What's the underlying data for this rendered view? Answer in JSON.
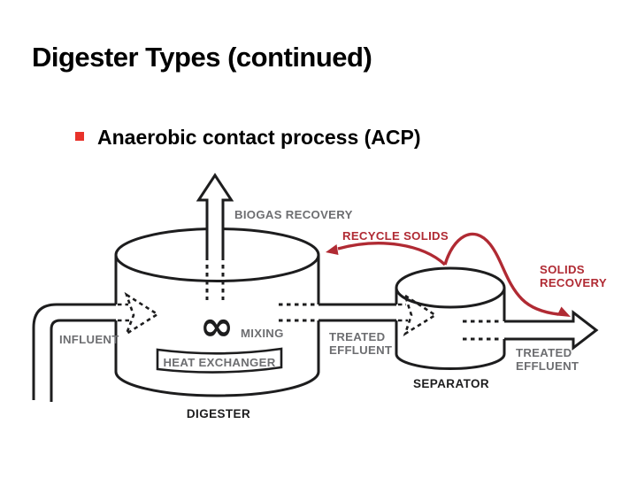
{
  "slide": {
    "title": "Digester Types (continued)",
    "bullet_text": "Anaerobic contact process (ACP)"
  },
  "diagram": {
    "biogas_recovery": "BIOGAS RECOVERY",
    "recycle_solids": "RECYCLE SOLIDS",
    "solids_recovery": {
      "line1": "SOLIDS",
      "line2": "RECOVERY"
    },
    "influent": "INFLUENT",
    "mixing": "MIXING",
    "mixing_symbol": "∞",
    "heat_exchanger": "HEAT EXCHANGER",
    "treated_effluent": {
      "line1": "TREATED",
      "line2": "EFFLUENT"
    },
    "digester": "DIGESTER",
    "separator": "SEPARATOR"
  },
  "colors": {
    "line_black": "#1d1d1e",
    "label_gray": "#6d6e71",
    "accent_red": "#b02a33",
    "bullet_red": "#e8322a",
    "background": "#ffffff"
  }
}
